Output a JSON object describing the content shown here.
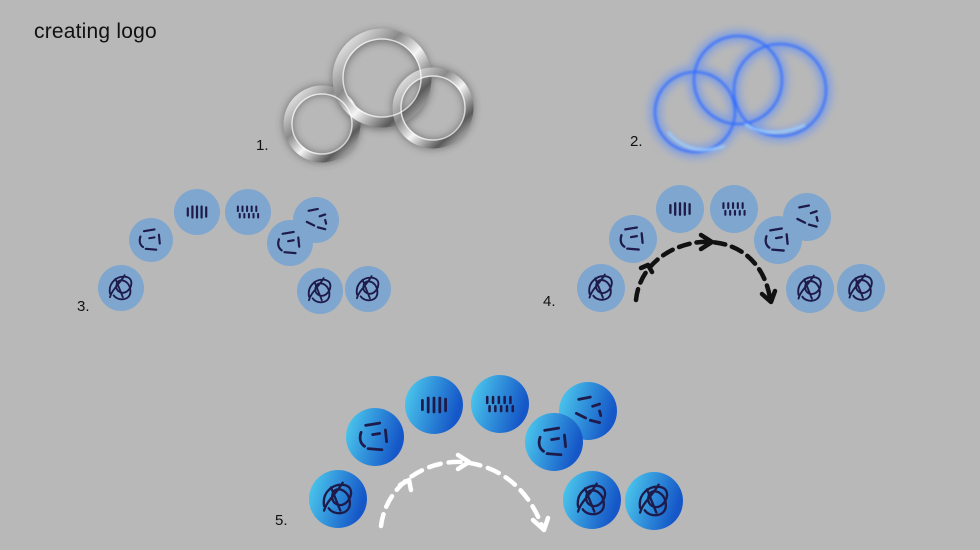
{
  "title": "creating logo",
  "steps": [
    {
      "label": "1."
    },
    {
      "label": "2."
    },
    {
      "label": "3."
    },
    {
      "label": "4."
    },
    {
      "label": "5."
    }
  ],
  "colors": {
    "background": "#b8b8b8",
    "flat_circle": "#7fa6cf",
    "glyph": "#1e1b4b",
    "glow_blue": "#2f6bff",
    "gradient_light": "#4fd0ef",
    "gradient_dark": "#1557c8",
    "arrow_dark": "#111111",
    "arrow_light": "#ffffff"
  }
}
